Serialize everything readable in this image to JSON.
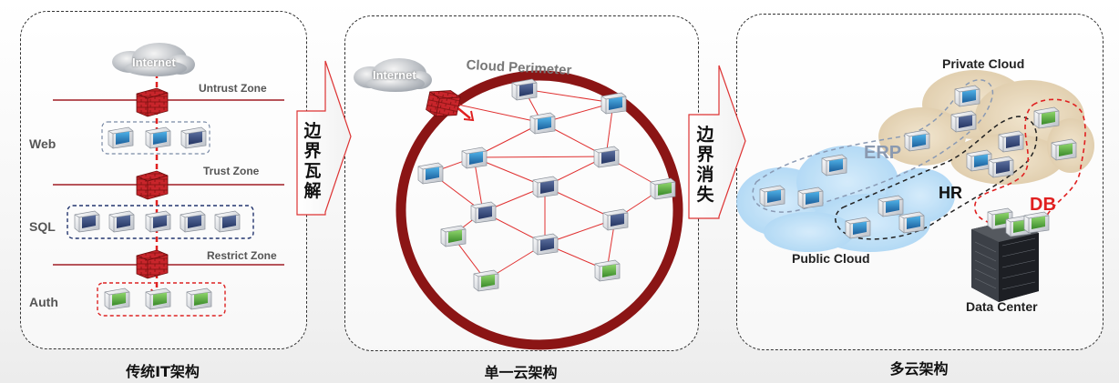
{
  "traditional": {
    "caption": "传统IT架构",
    "internet": "Internet",
    "zones": [
      "Untrust Zone",
      "Trust Zone",
      "Restrict Zone"
    ],
    "tiers": [
      "Web",
      "SQL",
      "Auth"
    ]
  },
  "single_cloud": {
    "caption": "单一云架构",
    "internet": "Internet",
    "perimeter": "Cloud Perimeter"
  },
  "multi_cloud": {
    "caption": "多云架构",
    "private_cloud": "Private Cloud",
    "public_cloud": "Public Cloud",
    "data_center": "Data Center",
    "erp": "ERP",
    "hr": "HR",
    "db": "DB"
  },
  "transitions": {
    "first": [
      "边",
      "界",
      "瓦",
      "解"
    ],
    "second": [
      "边",
      "界",
      "消",
      "失"
    ]
  },
  "colors": {
    "firewall": "#c8252b",
    "perimeter": "#8b1515",
    "link": "#e03030",
    "db_accent": "#e02020",
    "erp_label": "#8a99b0"
  }
}
